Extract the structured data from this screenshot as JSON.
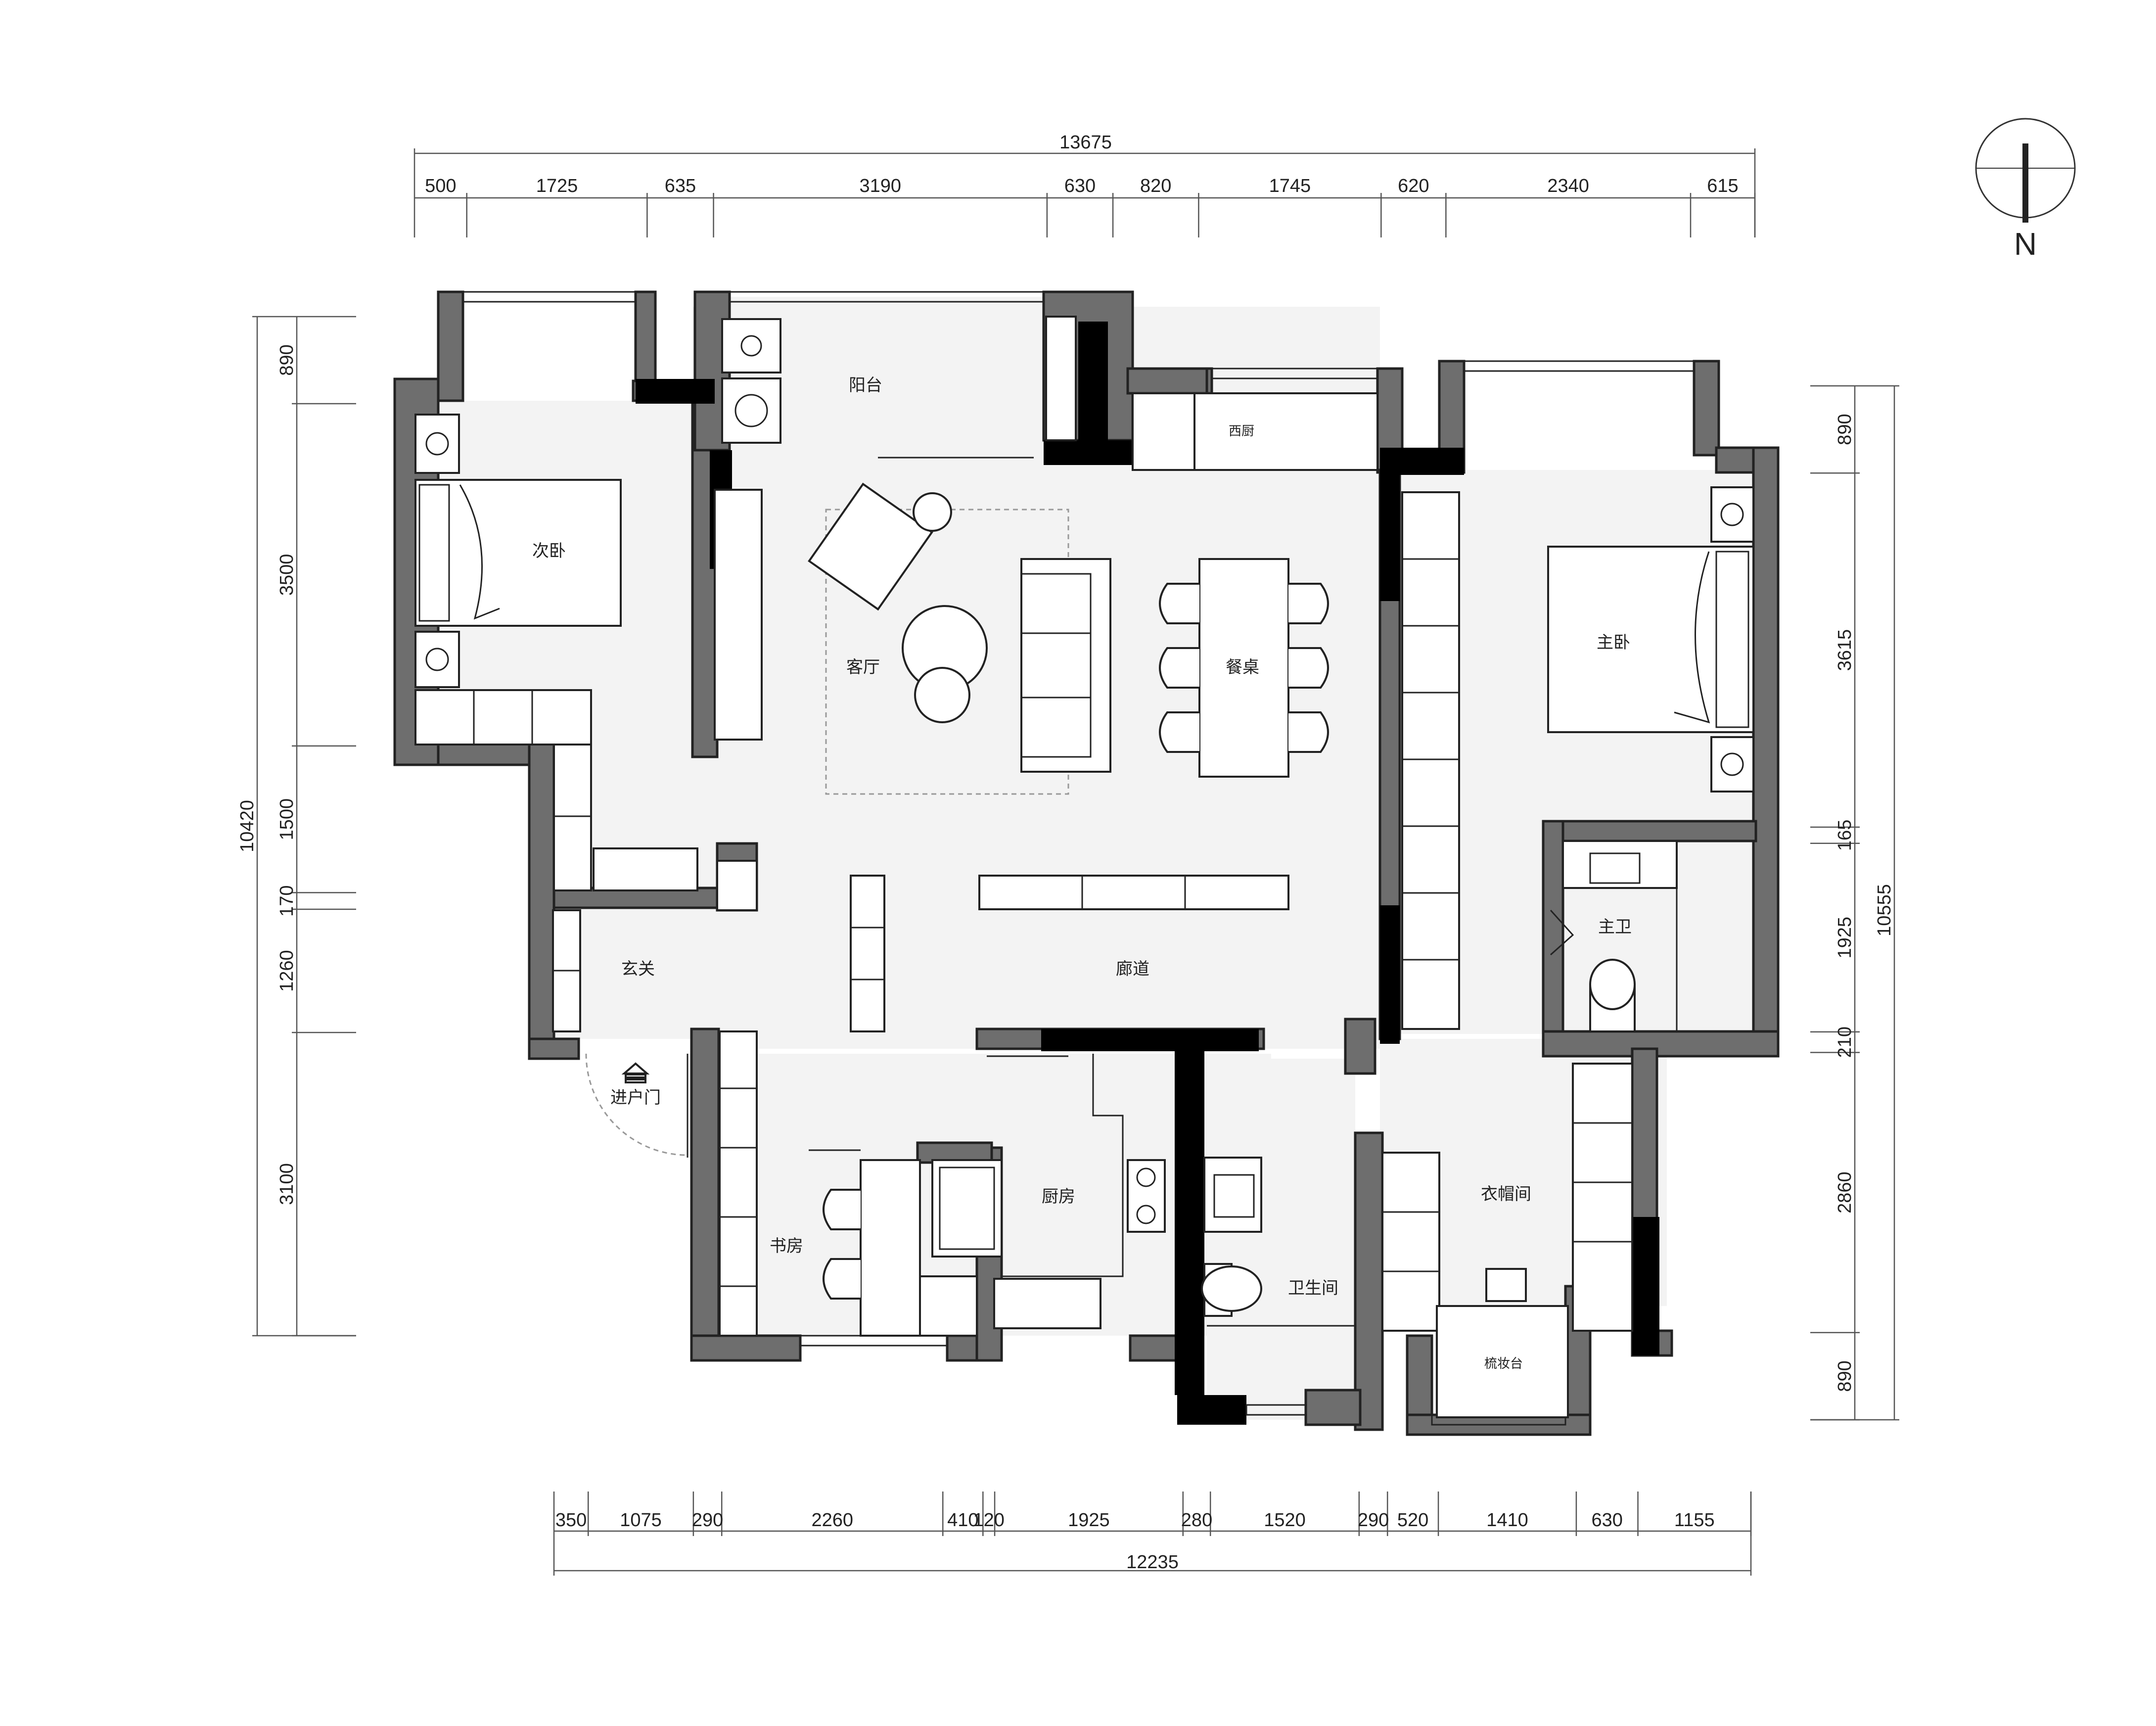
{
  "rooms": {
    "balcony": "阳台",
    "west_kitchen": "西厨",
    "second_bedroom": "次卧",
    "living_room": "客厅",
    "dining_table": "餐桌",
    "master_bedroom": "主卧",
    "master_bath": "主卫",
    "foyer": "玄关",
    "corridor": "廊道",
    "entry_door": "进户门",
    "study": "书房",
    "kitchen": "厨房",
    "bathroom": "卫生间",
    "cloakroom": "衣帽间",
    "vanity": "梳妆台"
  },
  "dimensions": {
    "top_total": "13675",
    "top_segments": [
      "500",
      "1725",
      "635",
      "3190",
      "630",
      "820",
      "1745",
      "620",
      "2340",
      "615"
    ],
    "bottom_total": "12235",
    "bottom_segments": [
      "350",
      "1075",
      "290",
      "2260",
      "410",
      "120",
      "1925",
      "280",
      "1520",
      "290",
      "520",
      "1410",
      "630",
      "1155"
    ],
    "left_total": "10420",
    "left_segments": [
      "890",
      "3500",
      "1500",
      "170",
      "1260",
      "3100"
    ],
    "right_total": "10555",
    "right_segments": [
      "890",
      "3615",
      "165",
      "1925",
      "210",
      "2860",
      "890"
    ]
  },
  "compass": {
    "label": "N"
  },
  "colors": {
    "wall": "#6e6e6e",
    "structural": "#000000",
    "floor": "#f3f3f3"
  }
}
